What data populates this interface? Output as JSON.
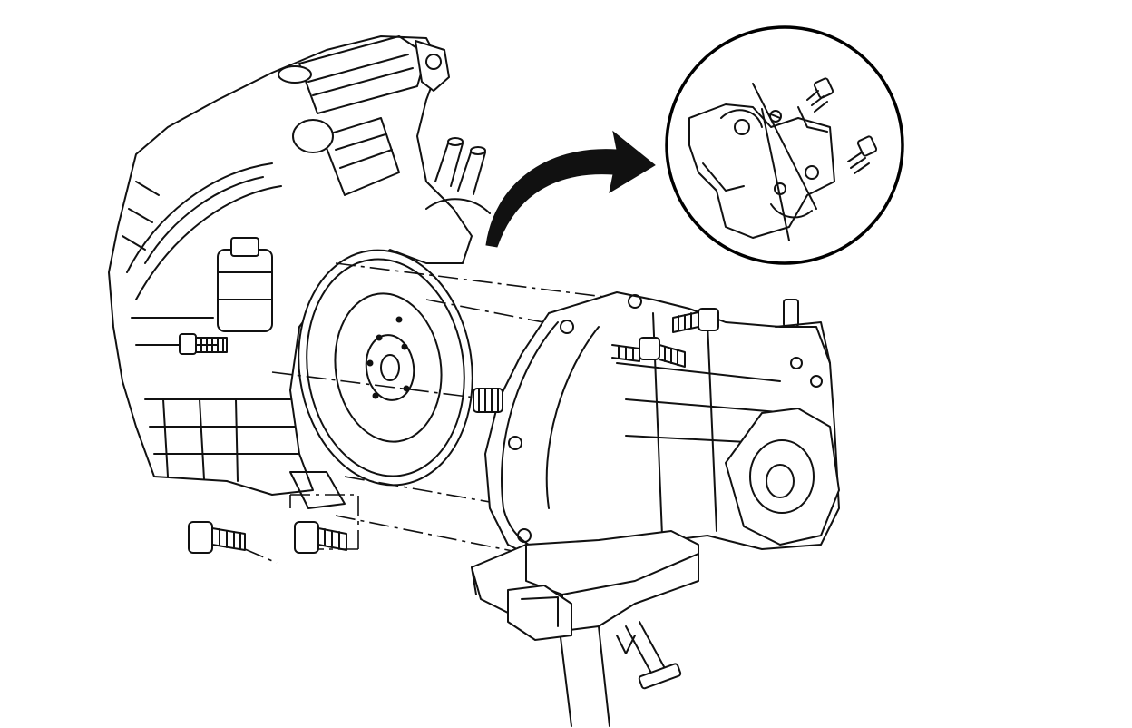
{
  "diagram": {
    "parts": [
      {
        "id": "engine",
        "icon": "engine-block-icon"
      },
      {
        "id": "flywheel",
        "icon": "flywheel-icon"
      },
      {
        "id": "transaxle",
        "icon": "transaxle-icon"
      },
      {
        "id": "support-stand",
        "icon": "jack-stand-icon"
      },
      {
        "id": "detail-view",
        "icon": "magnified-detail-icon"
      },
      {
        "id": "callout-arrow",
        "icon": "curved-arrow-icon"
      },
      {
        "id": "bolts",
        "icon": "bolt-icon"
      }
    ],
    "colors": {
      "ink": "#111111",
      "paper": "#ffffff"
    }
  }
}
